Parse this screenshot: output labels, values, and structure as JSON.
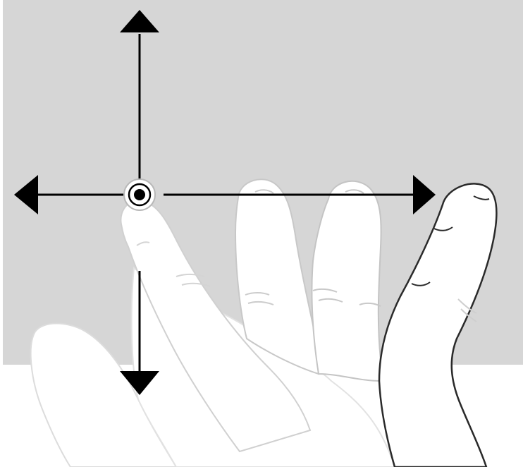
{
  "illustration": {
    "kind": "touchpad-gesture",
    "gesture": "one-finger-drag",
    "directions": [
      "up",
      "down",
      "left",
      "right"
    ],
    "colors": {
      "touch_surface": "#d6d6d6",
      "background": "#ffffff",
      "arrow": "#000000",
      "hand_fill": "#ffffff",
      "hand_faded_outline": "#d2d2d2",
      "hand_outline": "#2a2a2a"
    },
    "icons": {
      "touch_point": "touch-point-icon",
      "arrows": [
        "arrow-up-icon",
        "arrow-down-icon",
        "arrow-left-icon",
        "arrow-right-icon"
      ],
      "hand": "hand-icon"
    }
  }
}
